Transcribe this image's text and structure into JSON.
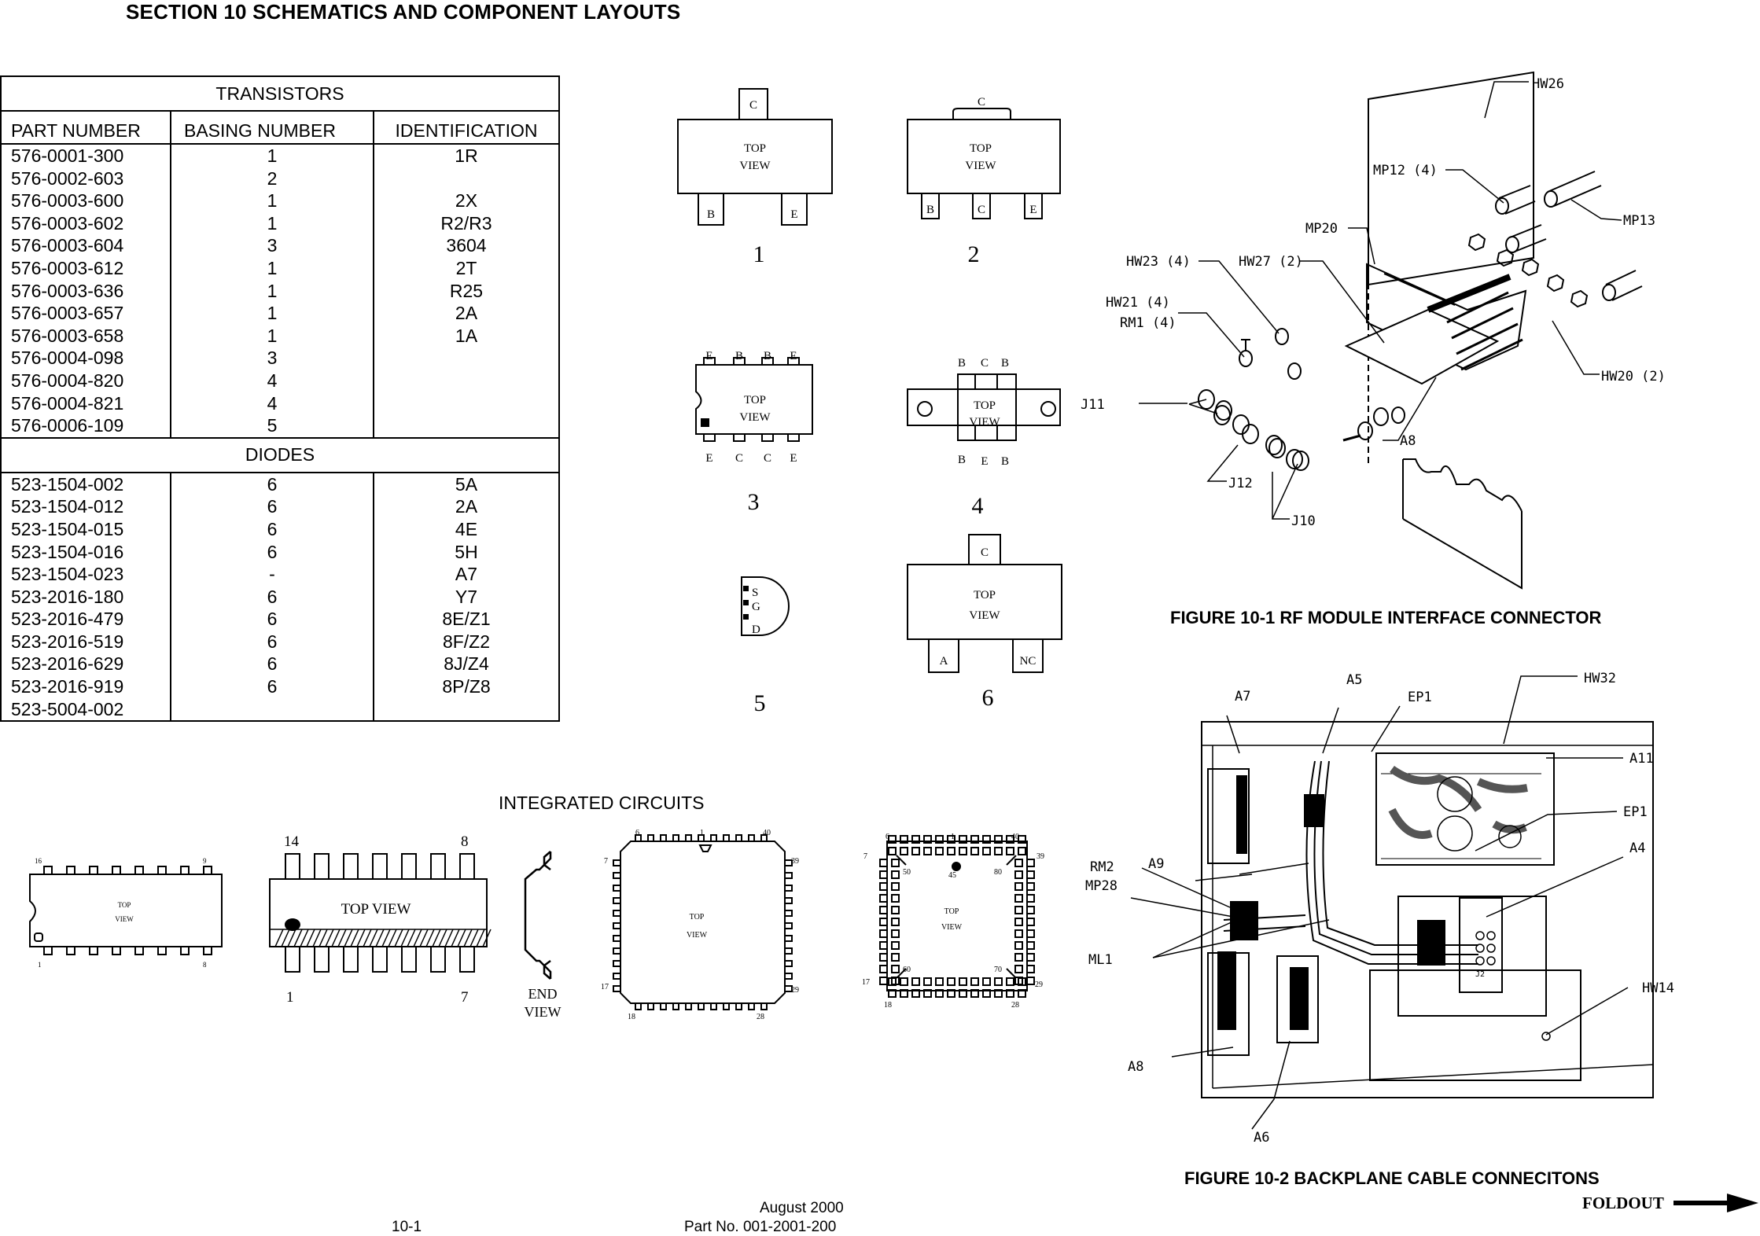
{
  "page": {
    "section_title": "SECTION 10 SCHEMATICS AND COMPONENT LAYOUTS",
    "footer_date": "August 2000",
    "footer_part": "Part No. 001-2001-200",
    "page_number": "10-1",
    "foldout": "FOLDOUT"
  },
  "table": {
    "transistors_title": "TRANSISTORS",
    "headers": [
      "PART NUMBER",
      "BASING NUMBER",
      "IDENTIFICATION"
    ],
    "transistors": [
      [
        "576-0001-300",
        "1",
        "1R"
      ],
      [
        "576-0002-603",
        "2",
        ""
      ],
      [
        "576-0003-600",
        "1",
        "2X"
      ],
      [
        "576-0003-602",
        "1",
        "R2/R3"
      ],
      [
        "576-0003-604",
        "3",
        "3604"
      ],
      [
        "576-0003-612",
        "1",
        "2T"
      ],
      [
        "576-0003-636",
        "1",
        "R25"
      ],
      [
        "576-0003-657",
        "1",
        "2A"
      ],
      [
        "576-0003-658",
        "1",
        "1A"
      ],
      [
        "576-0004-098",
        "3",
        ""
      ],
      [
        "576-0004-820",
        "4",
        ""
      ],
      [
        "576-0004-821",
        "4",
        ""
      ],
      [
        "576-0006-109",
        "5",
        ""
      ]
    ],
    "diodes_title": "DIODES",
    "diodes": [
      [
        "523-1504-002",
        "6",
        "5A"
      ],
      [
        "523-1504-012",
        "6",
        "2A"
      ],
      [
        "523-1504-015",
        "6",
        "4E"
      ],
      [
        "523-1504-016",
        "6",
        "5H"
      ],
      [
        "523-1504-023",
        "-",
        "A7"
      ],
      [
        "523-2016-180",
        "6",
        "Y7"
      ],
      [
        "523-2016-479",
        "6",
        "8E/Z1"
      ],
      [
        "523-2016-519",
        "6",
        "8F/Z2"
      ],
      [
        "523-2016-629",
        "6",
        "8J/Z4"
      ],
      [
        "523-2016-919",
        "6",
        "8P/Z8"
      ],
      [
        "523-5004-002",
        "",
        ""
      ]
    ]
  },
  "packages": {
    "top": "TOP",
    "view": "VIEW",
    "top_view": "TOP VIEW",
    "end": "END",
    "numbers": [
      "1",
      "2",
      "3",
      "4",
      "5",
      "6"
    ],
    "pins": {
      "c": "C",
      "b": "B",
      "e": "E",
      "a": "A",
      "nc": "NC",
      "s": "S",
      "g": "G",
      "d": "D"
    }
  },
  "ic": {
    "title": "INTEGRATED CIRCUITS",
    "dip16_pins": [
      "16",
      "9",
      "1",
      "8"
    ],
    "dip14_pins": [
      "14",
      "8",
      "1",
      "7"
    ],
    "plcc_pins": [
      "6",
      "1",
      "40",
      "7",
      "39",
      "17",
      "29",
      "18",
      "28"
    ],
    "pga_inner": [
      "50",
      "45",
      "80",
      "60",
      "70"
    ]
  },
  "figure1": {
    "caption": "FIGURE 10-1 RF MODULE INTERFACE CONNECTOR",
    "labels": {
      "hw26": "HW26",
      "mp12": "MP12 (4)",
      "mp13": "MP13",
      "mp20": "MP20",
      "hw23": "HW23 (4)",
      "hw27": "HW27 (2)",
      "hw21": "HW21 (4)",
      "rm1": "RM1 (4)",
      "j11": "J11",
      "hw20": "HW20 (2)",
      "a8": "A8",
      "j12": "J12",
      "j10": "J10"
    }
  },
  "figure2": {
    "caption": "FIGURE 10-2 BACKPLANE CABLE CONNECITONS",
    "labels": {
      "a7": "A7",
      "a5": "A5",
      "ep1a": "EP1",
      "hw32": "HW32",
      "a11": "A11",
      "ep1b": "EP1",
      "a4": "A4",
      "rm2": "RM2",
      "mp28": "MP28",
      "a9": "A9",
      "ml1": "ML1",
      "hw14": "HW14",
      "a8": "A8",
      "a6": "A6",
      "j2": "J2"
    }
  }
}
